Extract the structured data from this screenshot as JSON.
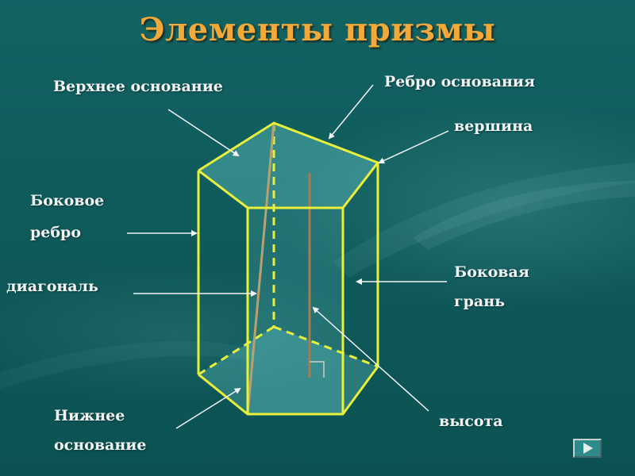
{
  "title": "Элементы призмы",
  "labels": {
    "top_base": "Верхнее основание",
    "base_edge": "Ребро основания",
    "vertex": "вершина",
    "lateral_edge_line1": "Боковое",
    "lateral_edge_line2": "ребро",
    "diagonal": "диагональ",
    "lateral_face_line1": "Боковая",
    "lateral_face_line2": "грань",
    "bottom_base_line1": "Нижнее",
    "bottom_base_line2": "основание",
    "height": "высота"
  },
  "colors": {
    "prism_edge": "#e8f03a",
    "title": "#f2a93a",
    "label_text": "#f3f3f3",
    "diagonal": "#b9a070",
    "height_line": "#a87a50",
    "background": "#0f5a5b"
  },
  "nav": {
    "next_icon": "play-next-icon"
  }
}
